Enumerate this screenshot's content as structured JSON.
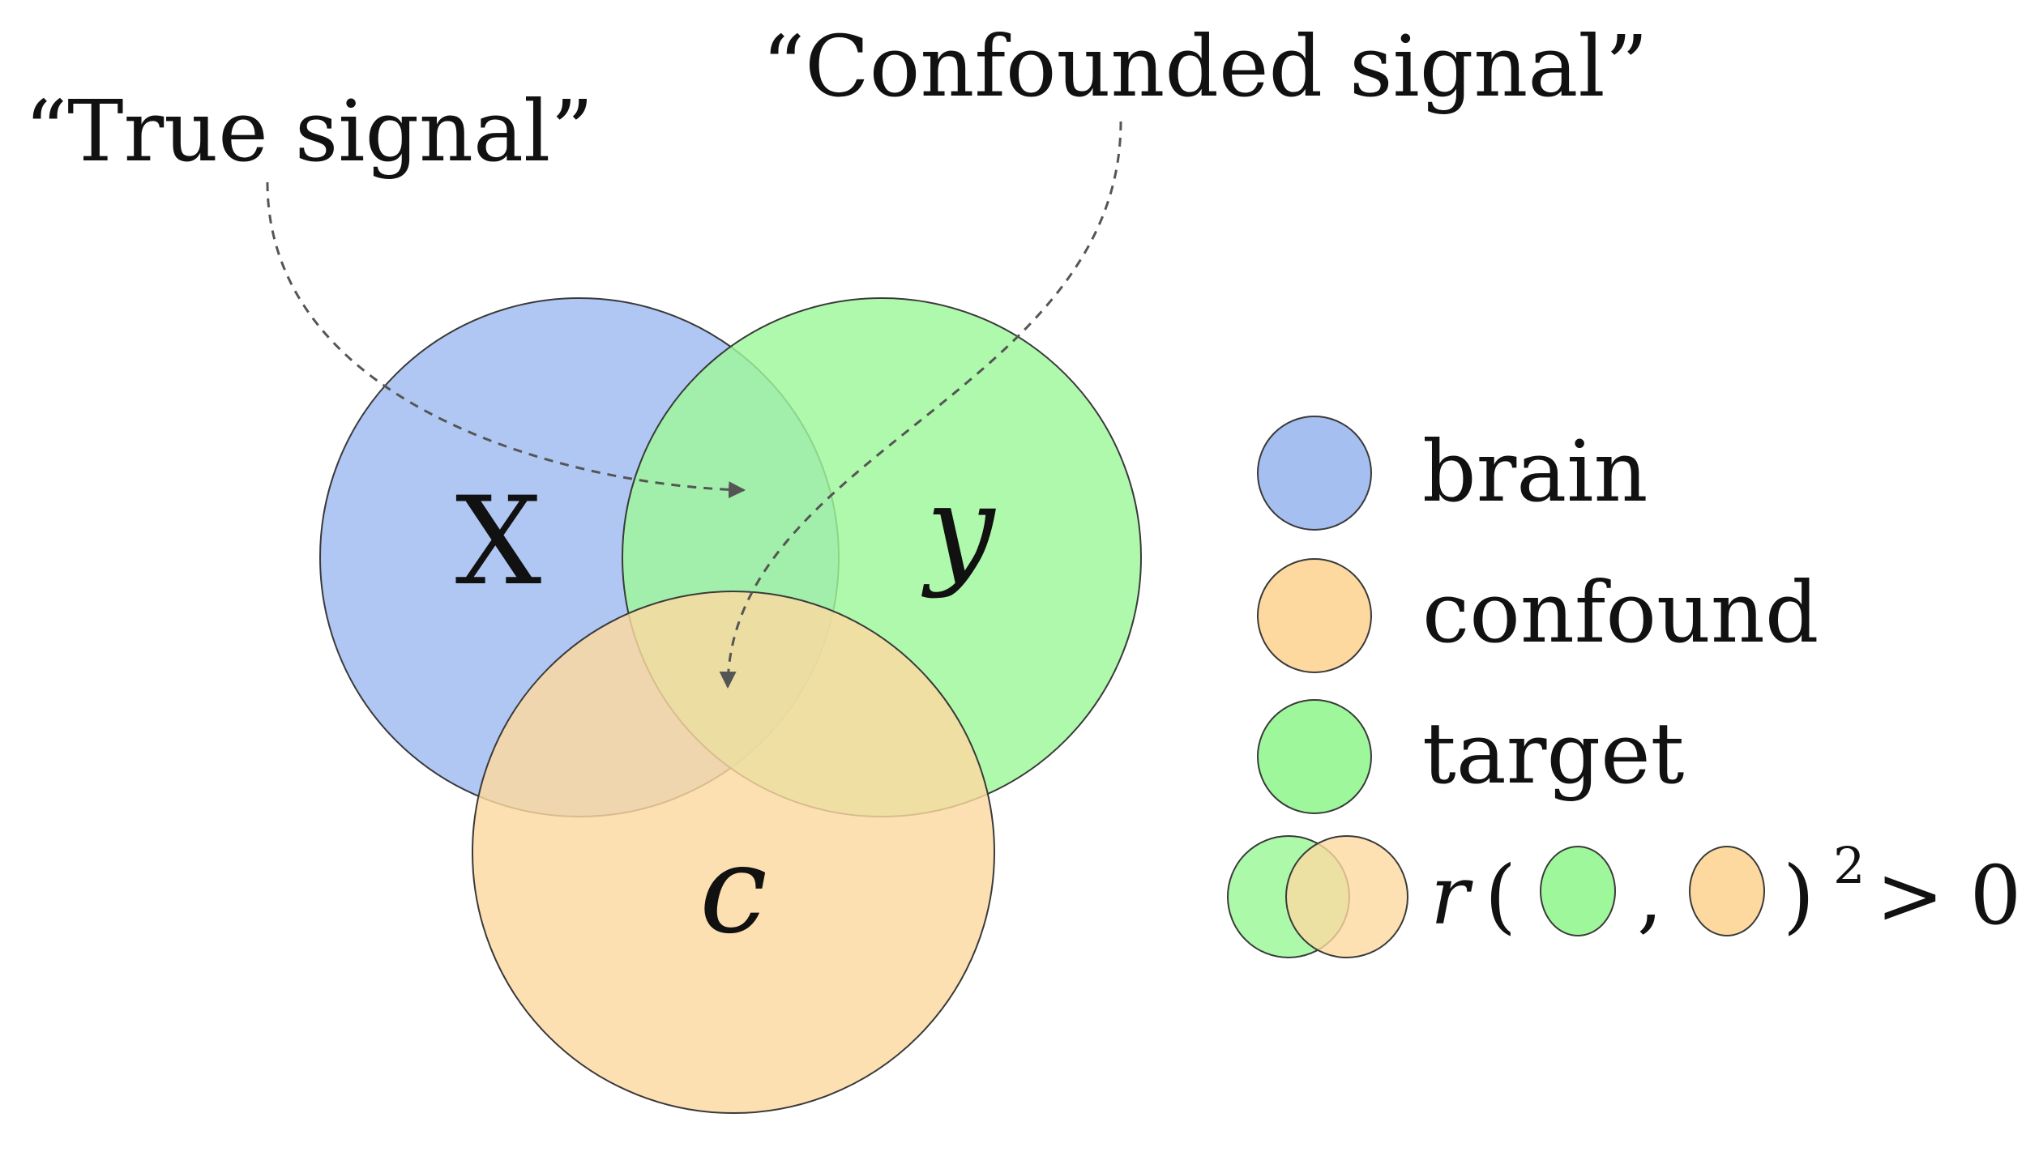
{
  "annotations": {
    "true_signal": "“True signal”",
    "confounded_signal": "“Confounded signal”"
  },
  "variables": {
    "brain": "X",
    "target": "y",
    "confound": "c"
  },
  "legend": {
    "items": [
      {
        "label": "brain",
        "color": "#a4bff0"
      },
      {
        "label": "confound",
        "color": "#fdd9a0"
      },
      {
        "label": "target",
        "color": "#9ef89b"
      }
    ],
    "formula": {
      "r": "r",
      "open_paren": "(",
      "comma": ",",
      "close_paren": ")",
      "exponent": "2",
      "comparison": "> 0"
    }
  },
  "colors": {
    "brain": "#a4bff0",
    "confound": "#fdd9a0",
    "target": "#9ef89b",
    "arrow": "#555555",
    "outline": "#3a3a3a"
  }
}
